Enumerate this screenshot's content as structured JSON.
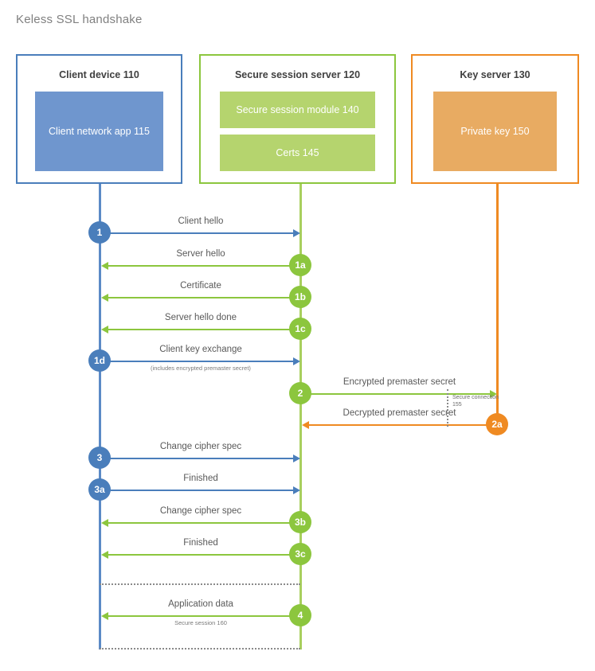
{
  "title": "Keless SSL handshake",
  "colors": {
    "client": "#4a7ebb",
    "client_fill": "#6f96ce",
    "server": "#8cc63e",
    "server_fill": "#b5d46e",
    "key": "#ef8a22",
    "key_fill": "#e8ab62",
    "text": "#595959"
  },
  "actors": [
    {
      "id": "client-device",
      "header": "Client device 110",
      "components": [
        "Client network app 115"
      ]
    },
    {
      "id": "secure-session-server",
      "header": "Secure session server 120",
      "components": [
        "Secure session module 140",
        "Certs 145"
      ]
    },
    {
      "id": "key-server",
      "header": "Key server 130",
      "components": [
        "Private key 150"
      ]
    }
  ],
  "messages": [
    {
      "step": "1",
      "label": "Client hello",
      "sub": "",
      "from": "client",
      "to": "server",
      "dir": "right",
      "color": "client"
    },
    {
      "step": "1a",
      "label": "Server hello",
      "sub": "",
      "from": "server",
      "to": "client",
      "dir": "left",
      "color": "server"
    },
    {
      "step": "1b",
      "label": "Certificate",
      "sub": "",
      "from": "server",
      "to": "client",
      "dir": "left",
      "color": "server"
    },
    {
      "step": "1c",
      "label": "Server hello done",
      "sub": "",
      "from": "server",
      "to": "client",
      "dir": "left",
      "color": "server"
    },
    {
      "step": "1d",
      "label": "Client key exchange",
      "sub": "(includes encrypted premaster secret)",
      "from": "client",
      "to": "server",
      "dir": "right",
      "color": "client"
    },
    {
      "step": "2",
      "label": "Encrypted premaster secret",
      "sub": "",
      "from": "server",
      "to": "key",
      "dir": "right",
      "color": "server"
    },
    {
      "step": "2a",
      "label": "Decrypted premaster secret",
      "sub": "",
      "from": "key",
      "to": "server",
      "dir": "left",
      "color": "key"
    },
    {
      "step": "3",
      "label": "Change cipher spec",
      "sub": "",
      "from": "client",
      "to": "server",
      "dir": "right",
      "color": "client"
    },
    {
      "step": "3a",
      "label": "Finished",
      "sub": "",
      "from": "client",
      "to": "server",
      "dir": "right",
      "color": "client"
    },
    {
      "step": "3b",
      "label": "Change cipher spec",
      "sub": "",
      "from": "server",
      "to": "client",
      "dir": "left",
      "color": "server"
    },
    {
      "step": "3c",
      "label": "Finished",
      "sub": "",
      "from": "server",
      "to": "client",
      "dir": "left",
      "color": "server"
    },
    {
      "step": "4",
      "label": "Application data",
      "sub": "Secure session 160",
      "from": "server",
      "to": "client",
      "dir": "left",
      "color": "server"
    }
  ],
  "annotations": {
    "secure_connection": "Secure connection 155"
  }
}
